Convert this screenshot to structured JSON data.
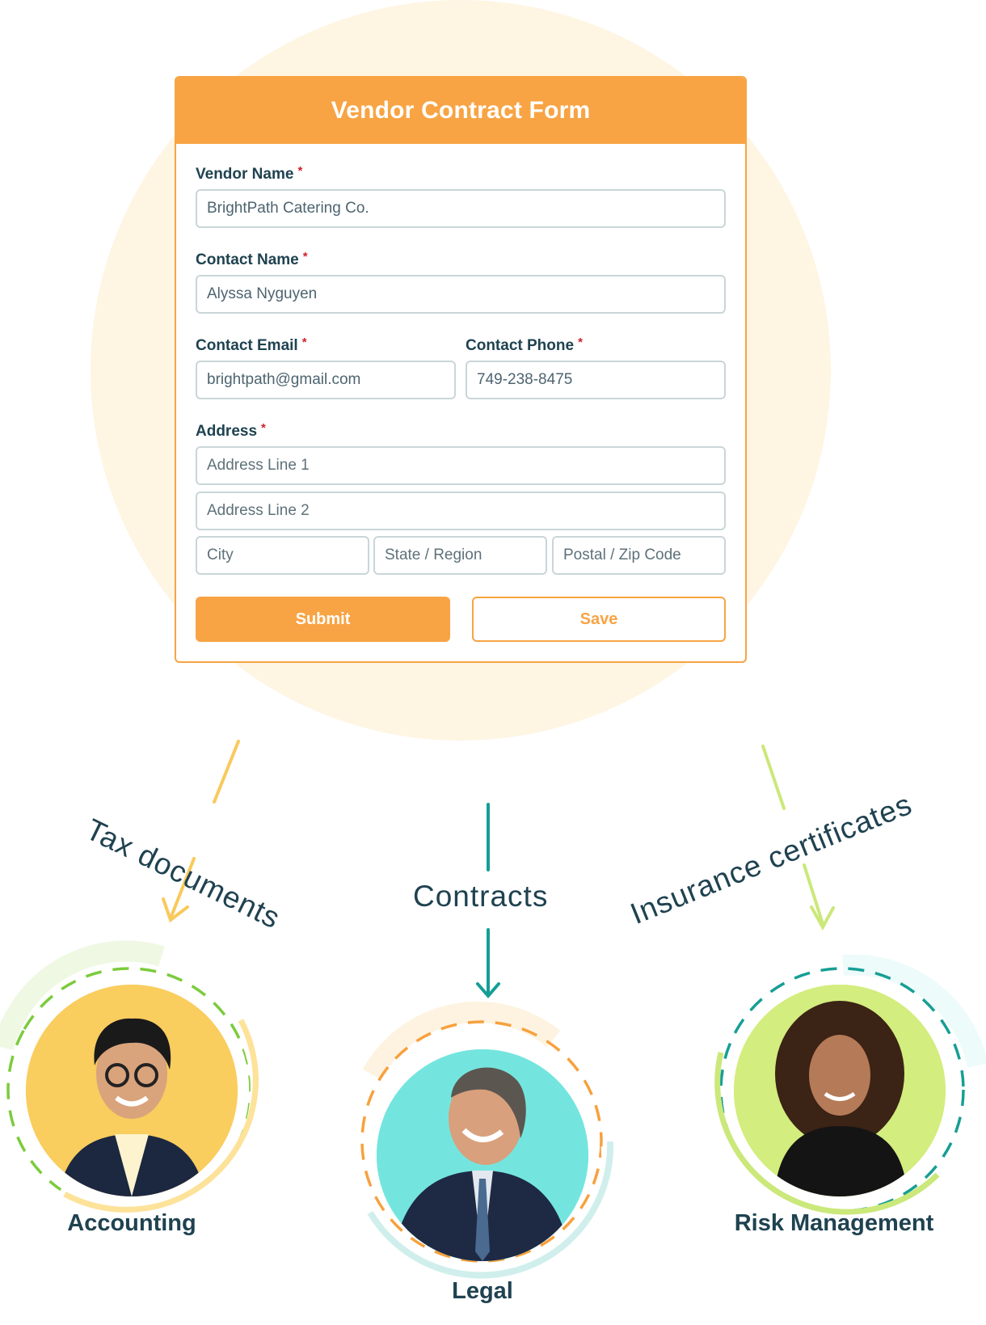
{
  "form": {
    "title": "Vendor Contract Form",
    "required_marker": "*",
    "fields": {
      "vendor_name": {
        "label": "Vendor Name",
        "value": "BrightPath Catering Co."
      },
      "contact_name": {
        "label": "Contact Name",
        "value": "Alyssa Nyguyen"
      },
      "contact_email": {
        "label": "Contact Email",
        "value": "brightpath@gmail.com"
      },
      "contact_phone": {
        "label": "Contact Phone",
        "value": "749-238-8475"
      },
      "address": {
        "label": "Address",
        "line1_placeholder": "Address Line 1",
        "line2_placeholder": "Address Line 2",
        "city_placeholder": "City",
        "state_placeholder": "State / Region",
        "zip_placeholder": "Postal / Zip Code"
      }
    },
    "buttons": {
      "submit": "Submit",
      "save": "Save"
    }
  },
  "flows": [
    {
      "label": "Tax documents",
      "color": "#f9c95c",
      "target": "Accounting"
    },
    {
      "label": "Contracts",
      "color": "#169e95",
      "target": "Legal"
    },
    {
      "label": "Insurance certificates",
      "color": "#cbe87a",
      "target": "Risk Management"
    }
  ],
  "departments": [
    {
      "name": "Accounting",
      "bg_color": "#f9cd5e",
      "ring_dashed": "#7ccb3c",
      "ring_solid": "#fde29a"
    },
    {
      "name": "Legal",
      "bg_color": "#74e5de",
      "ring_dashed": "#f7a13e",
      "ring_solid": "#d0efec"
    },
    {
      "name": "Risk Management",
      "bg_color": "#d3ed7e",
      "ring_dashed": "#169e95",
      "ring_solid": "#cbe87a"
    }
  ],
  "colors": {
    "brand_orange": "#f8a444",
    "text_dark": "#1f4250",
    "bg_peach": "#fef5e3"
  }
}
